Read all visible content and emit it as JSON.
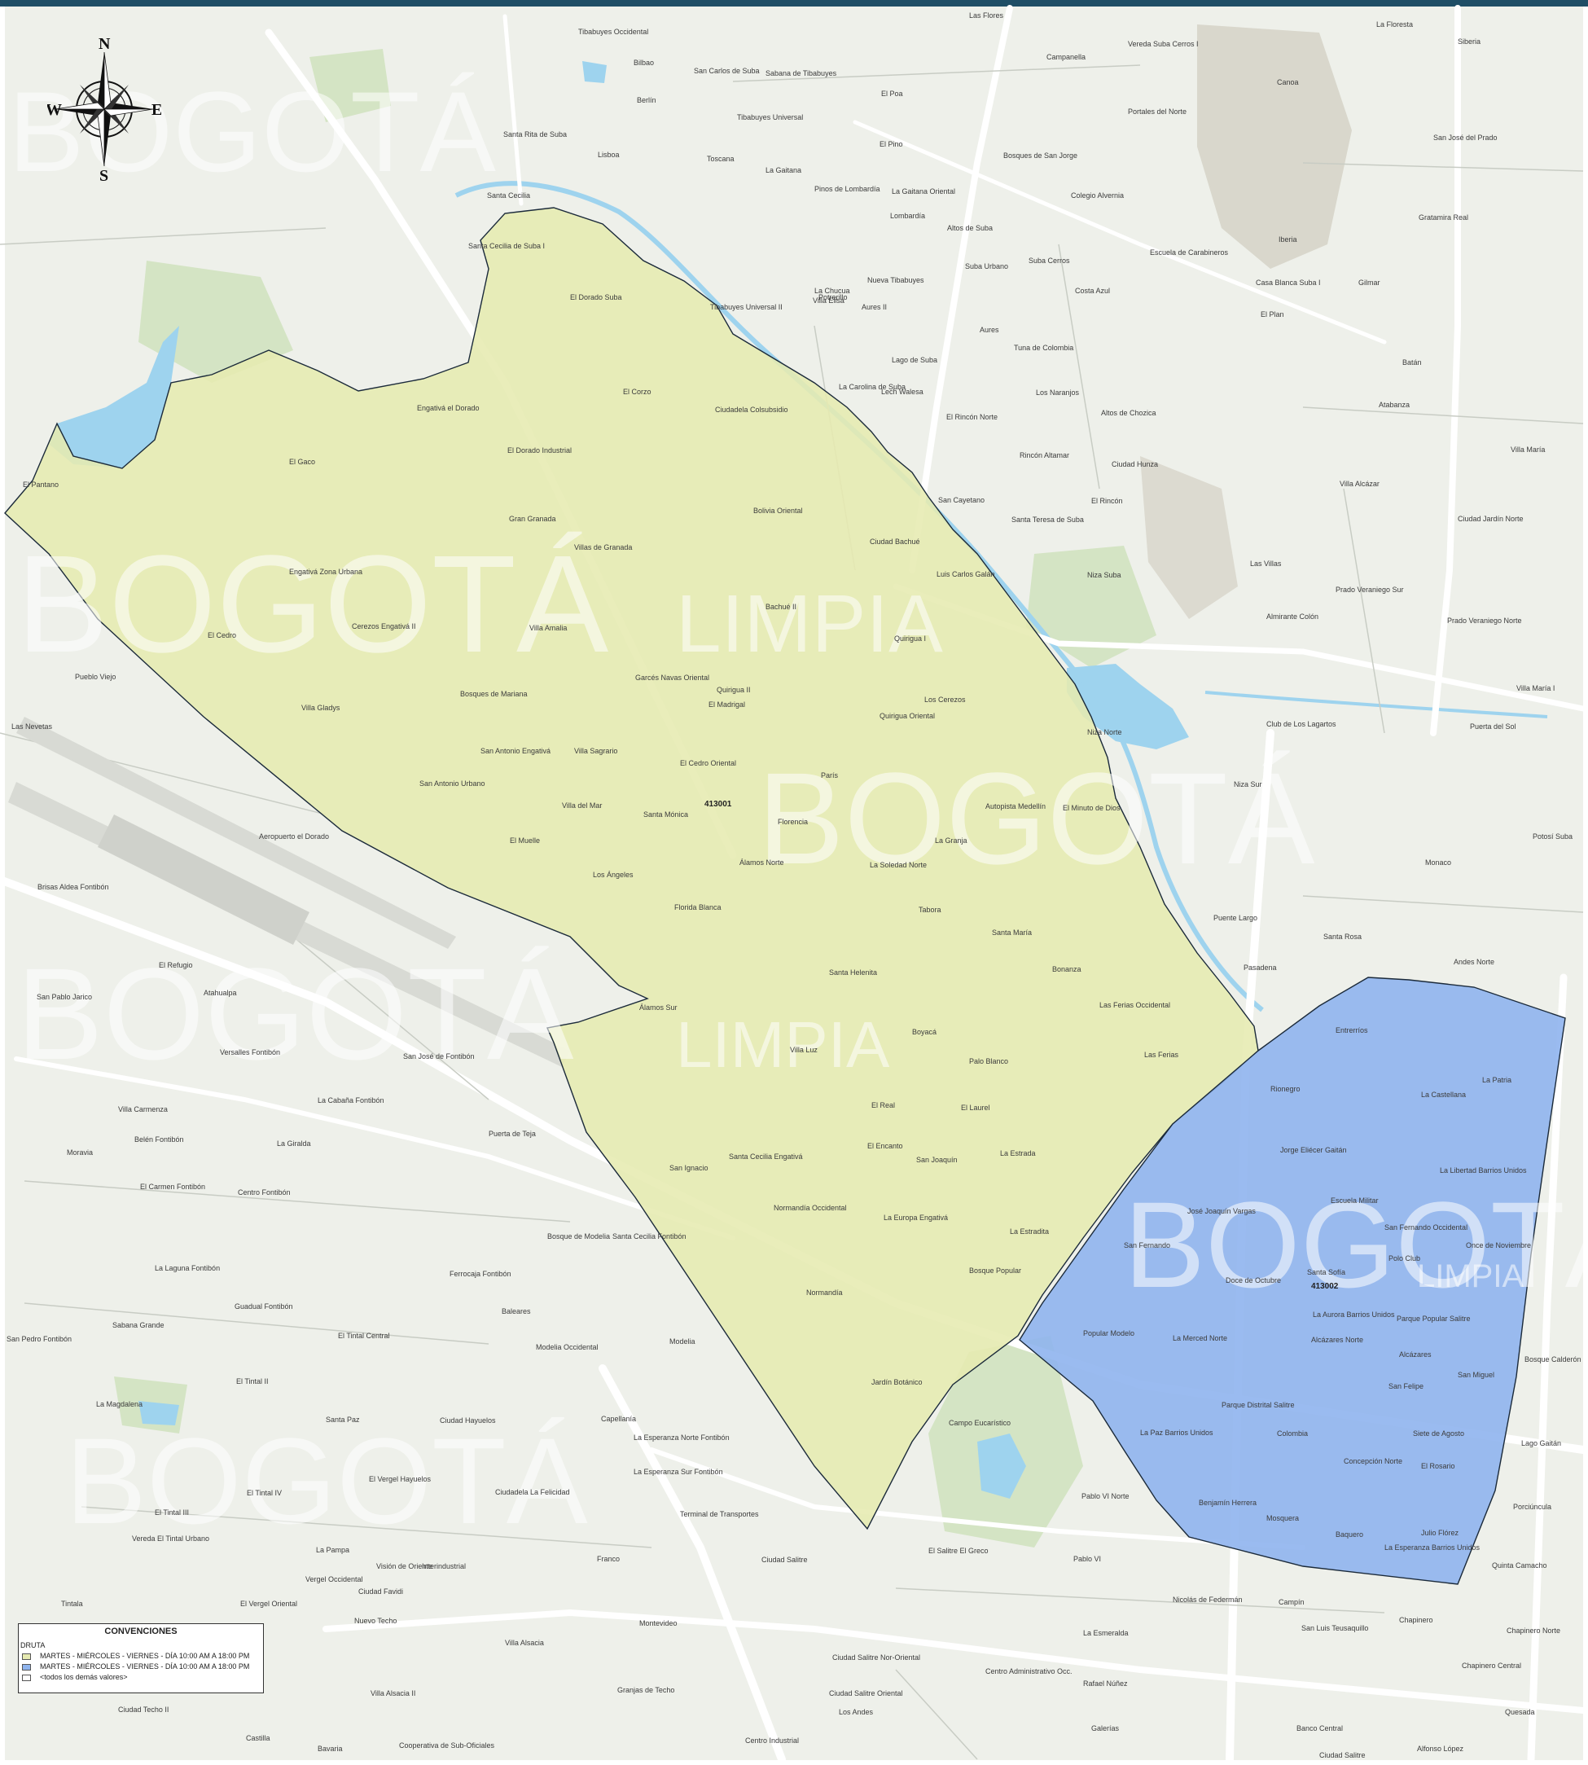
{
  "map": {
    "compass": {
      "n": "N",
      "s": "S",
      "e": "E",
      "w": "W"
    },
    "watermark": {
      "word": "BOGOTÁ",
      "sub": "LIMPIA"
    },
    "colors": {
      "zone_413001": "#e6eab1",
      "zone_413002": "#8fb4ee",
      "base": "#eef0ea",
      "water": "#9ed3ee",
      "park": "#d4e4c4"
    },
    "zones": [
      {
        "code": "413001"
      },
      {
        "code": "413002"
      }
    ],
    "labels": [
      "Tibabuyes Occidental",
      "Bilbao",
      "San Carlos de Suba",
      "Sabana de Tibabuyes",
      "Berlín",
      "Tibabuyes Universal",
      "Toscana",
      "La Gaitana",
      "Lisboa",
      "Santa Rita de Suba",
      "Santa Cecilia",
      "Santa Cecilia de Suba I",
      "Tibabuyes Universal II",
      "El Dorado Suba",
      "El Corzo",
      "Ciudadela Colsubsidio",
      "Engativá el Dorado",
      "El Dorado Industrial",
      "El Gaco",
      "El Pantano",
      "Gran Granada",
      "Villas de Granada",
      "Engativá Zona Urbana",
      "Cerezos Engativá II",
      "Villa Amalia",
      "Garcés Navas Oriental",
      "El Cedro",
      "Pueblo Viejo",
      "Villa Gladys",
      "Bosques de Mariana",
      "San Antonio Engativá",
      "Villa Sagrario",
      "El Cedro Oriental",
      "San Antonio Urbano",
      "Villa del Mar",
      "Santa Mónica",
      "Florencia",
      "París",
      "El Muelle",
      "Los Ángeles",
      "Álamos Norte",
      "La Soledad Norte",
      "La Granja",
      "Florida Blanca",
      "Tabora",
      "Santa María",
      "Santa Helenita",
      "Bonanza",
      "Álamos Sur",
      "Boyacá",
      "Villa Luz",
      "Palo Blanco",
      "Las Ferias Occidental",
      "Las Ferias",
      "El Real",
      "El Laurel",
      "El Encanto",
      "San Joaquín",
      "La Estrada",
      "San Ignacio",
      "Santa Cecilia Engativá",
      "Normandía Occidental",
      "La Europa Engativá",
      "La Estradita",
      "Bosque Popular",
      "Normandía",
      "Jardín Botánico",
      "Campo Eucarístico",
      "Bolivia Oriental",
      "Ciudad Bachué",
      "Quirigua I",
      "Quirigua II",
      "Los Cerezos",
      "Quirigua Oriental",
      "El Madrigal",
      "Bachué II",
      "Luis Carlos Galán",
      "El Minuto de Dios",
      "Autopista Medellín",
      "Aeropuerto el Dorado",
      "Las Nevetas",
      "Brisas Aldea Fontibón",
      "El Refugio",
      "Atahualpa",
      "San Pablo Jarico",
      "Versalles Fontibón",
      "San José de Fontibón",
      "Villa Carmenza",
      "La Cabaña Fontibón",
      "Belén Fontibón",
      "La Giralda",
      "Puerta de Teja",
      "Moravia",
      "El Carmen Fontibón",
      "Centro Fontibón",
      "Bosque de Modelia",
      "Santa Cecilia Fontibón",
      "La Laguna Fontibón",
      "Ferrocaja Fontibón",
      "Guadual Fontibón",
      "Baleares",
      "Sabana Grande",
      "El Tintal Central",
      "Modelia Occidental",
      "Modelia",
      "San Pedro Fontibón",
      "El Tintal II",
      "La Magdalena",
      "Santa Paz",
      "Ciudad Hayuelos",
      "Capellanía",
      "La Esperanza Norte Fontibón",
      "El Vergel Hayuelos",
      "Ciudadela La Felicidad",
      "La Esperanza Sur Fontibón",
      "El Tintal IV",
      "El Tintal III",
      "Vereda El Tintal Urbano",
      "Terminal de Transportes",
      "Ciudad Salitre",
      "La Pampa",
      "Visión de Oriente",
      "Interindustrial",
      "Franco",
      "Vergel Occidental",
      "Ciudad Favidi",
      "El Vergel Oriental",
      "Nuevo Techo",
      "Montevideo",
      "Tintala",
      "Villa Alsacia",
      "Villa Alsacia II",
      "Granjas de Techo",
      "Ciudad Techo II",
      "Castilla",
      "Bavaria",
      "Cooperativa de Sub-Oficiales",
      "Centro Industrial",
      "Ciudad Salitre Oriental",
      "Ciudad Salitre Nor-Oriental",
      "Centro Administrativo Occ.",
      "El Salitre El Greco",
      "Pablo VI Norte",
      "Pablo VI",
      "Nicolás de Federmán",
      "La Esmeralda",
      "Rafael Núñez",
      "Galerías",
      "Banco Central",
      "Campín",
      "San Luis Teusaquillo",
      "Chapinero",
      "Chapinero Central",
      "Chapinero Norte",
      "Quinta Camacho",
      "Porciúncula",
      "Lago Gaitán",
      "Bosque Calderón",
      "Quesada",
      "Alfonso López",
      "Ciudad Salitre",
      "Los Andes",
      "Entrerríos",
      "Rionegro",
      "La Castellana",
      "La Patria",
      "La Libertad Barrios Unidos",
      "Jorge Eliécer Gaitán",
      "Escuela Militar",
      "San Fernando Occidental",
      "José Joaquín Vargas",
      "San Fernando",
      "Doce de Octubre",
      "Santa Sofía",
      "Polo Club",
      "Once de Noviembre",
      "La Aurora Barrios Unidos",
      "Parque Popular Salitre",
      "Popular Modelo",
      "La Merced Norte",
      "Alcázares Norte",
      "Alcázares",
      "San Felipe",
      "San Miguel",
      "Parque Distrital Salitre",
      "La Paz Barrios Unidos",
      "Colombia",
      "Siete de Agosto",
      "Concepción Norte",
      "El Rosario",
      "Benjamín Herrera",
      "Mosquera",
      "Baquero",
      "La Esperanza Barrios Unidos",
      "Julio Flórez",
      "Pasadena",
      "Andes Norte",
      "Santa Rosa",
      "Puente Largo",
      "Monaco",
      "Potosí Suba",
      "Niza Sur",
      "Club de Los Lagartos",
      "Niza Norte",
      "Almirante Colón",
      "Niza Suba",
      "Las Villas",
      "Prado Veraniego Sur",
      "Prado Veraniego Norte",
      "Ciudad Jardín Norte",
      "Villa Alcázar",
      "Ciudad Hunza",
      "El Rincón",
      "Rincón Altamar",
      "Santa Teresa de Suba",
      "San Cayetano",
      "El Rincón Norte",
      "Los Naranjos",
      "Altos de Chozica",
      "La Carolina de Suba",
      "Lech Walesa",
      "Lago de Suba",
      "Tuna de Colombia",
      "Aures",
      "Aures II",
      "Nueva Tibabuyes",
      "Villa Elisa",
      "Potrerillo",
      "La Chucua",
      "Costa Azul",
      "Suba Urbano",
      "Suba Cerros",
      "Altos de Suba",
      "Escuela de Carabineros",
      "Casa Blanca Suba I",
      "El Plan",
      "Gilmar",
      "Iberia",
      "Gratamira Real",
      "San José del Prado",
      "Atabanza",
      "Batán",
      "Villa María",
      "Villa María I",
      "Puerta del Sol",
      "Lombardía",
      "La Gaitana Oriental",
      "El Pino",
      "El Poa",
      "Pinos de Lombardía",
      "Campanella",
      "Bosques de San Jorge",
      "Las Flores",
      "Vereda Suba Cerros I",
      "Portales del Norte",
      "Colegio Alvernia",
      "La Floresta",
      "Siberia",
      "Canoa"
    ],
    "legend": {
      "title": "CONVENCIONES",
      "field": "DRUTA",
      "rows": [
        {
          "label": "MARTES - MIÉRCOLES - VIERNES - DÍA 10:00 AM A 18:00 PM",
          "color": "#e6eab1"
        },
        {
          "label": "MARTES - MIÉRCOLES - VIERNES - DÍA 10:00 AM A 18:00 PM",
          "color": "#8fb4ee"
        },
        {
          "label": "<todos los demás valores>",
          "color": "#ffffff"
        }
      ]
    }
  }
}
